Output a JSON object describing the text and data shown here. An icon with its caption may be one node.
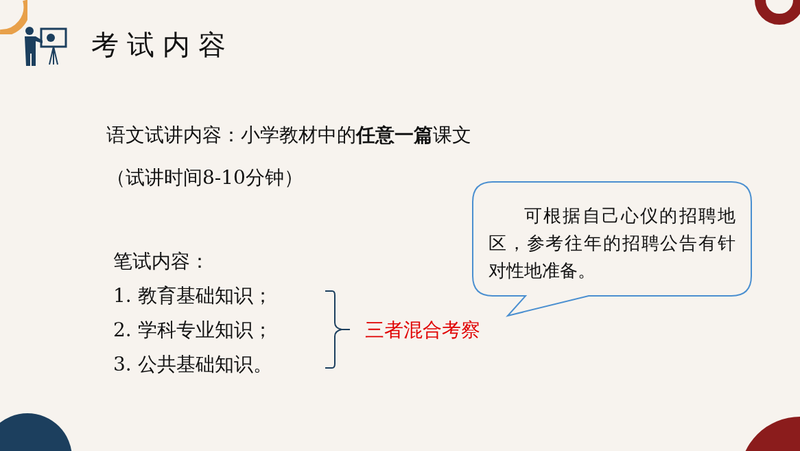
{
  "diagram": {
    "title": "考试内容",
    "nodes": [
      {
        "text": [
          "可根据自己心仪的招聘地区，参考往年的招聘公告有针对性地准备。"
        ]
      }
    ],
    "labels": [
      "语文试讲内容：小学教材中的**任意一篇**课文",
      "（试讲时间8-10分钟）",
      "笔试内容：",
      "1. 教育基础知识；",
      "2. 学科专业知识；",
      "3. 公共基础知识。",
      "三者混合考察"
    ]
  }
}
